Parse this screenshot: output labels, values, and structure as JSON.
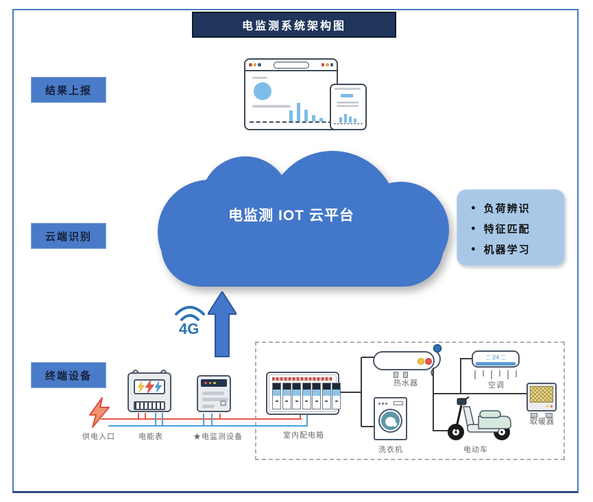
{
  "title": "电监测系统架构图",
  "stages": [
    {
      "id": "result-report",
      "label": "结果上报"
    },
    {
      "id": "cloud-recognition",
      "label": "云端识别"
    },
    {
      "id": "terminal-devices",
      "label": "终端设备"
    }
  ],
  "cloud": {
    "label": "电监测 IOT 云平台"
  },
  "capabilities": {
    "bullet": "●",
    "items": [
      "负荷辨识",
      "特征匹配",
      "机器学习"
    ]
  },
  "network": {
    "label": "4G"
  },
  "devices": {
    "power_entry": "供电入口",
    "meter": "电能表",
    "monitor": "★电监测设备",
    "distribution_box": "室内配电箱",
    "water_heater": "热水器",
    "air_conditioner": "空调",
    "ac_display": "24",
    "washing_machine": "洗衣机",
    "scooter": "电动车",
    "heater": "取暖器"
  },
  "colors": {
    "frame": "#4a7bc8",
    "title_bg": "#20355b",
    "stage_bg": "#4a7bc8",
    "cloud": "#4377c9",
    "cap_bg": "#a9c8e8",
    "net": "#2e74b5",
    "wire_red": "#e2574c",
    "wire_blue": "#4a9fd8",
    "wire_dark": "#3a3a3a",
    "bar": "#7cbde8",
    "outline": "#4a5568"
  }
}
